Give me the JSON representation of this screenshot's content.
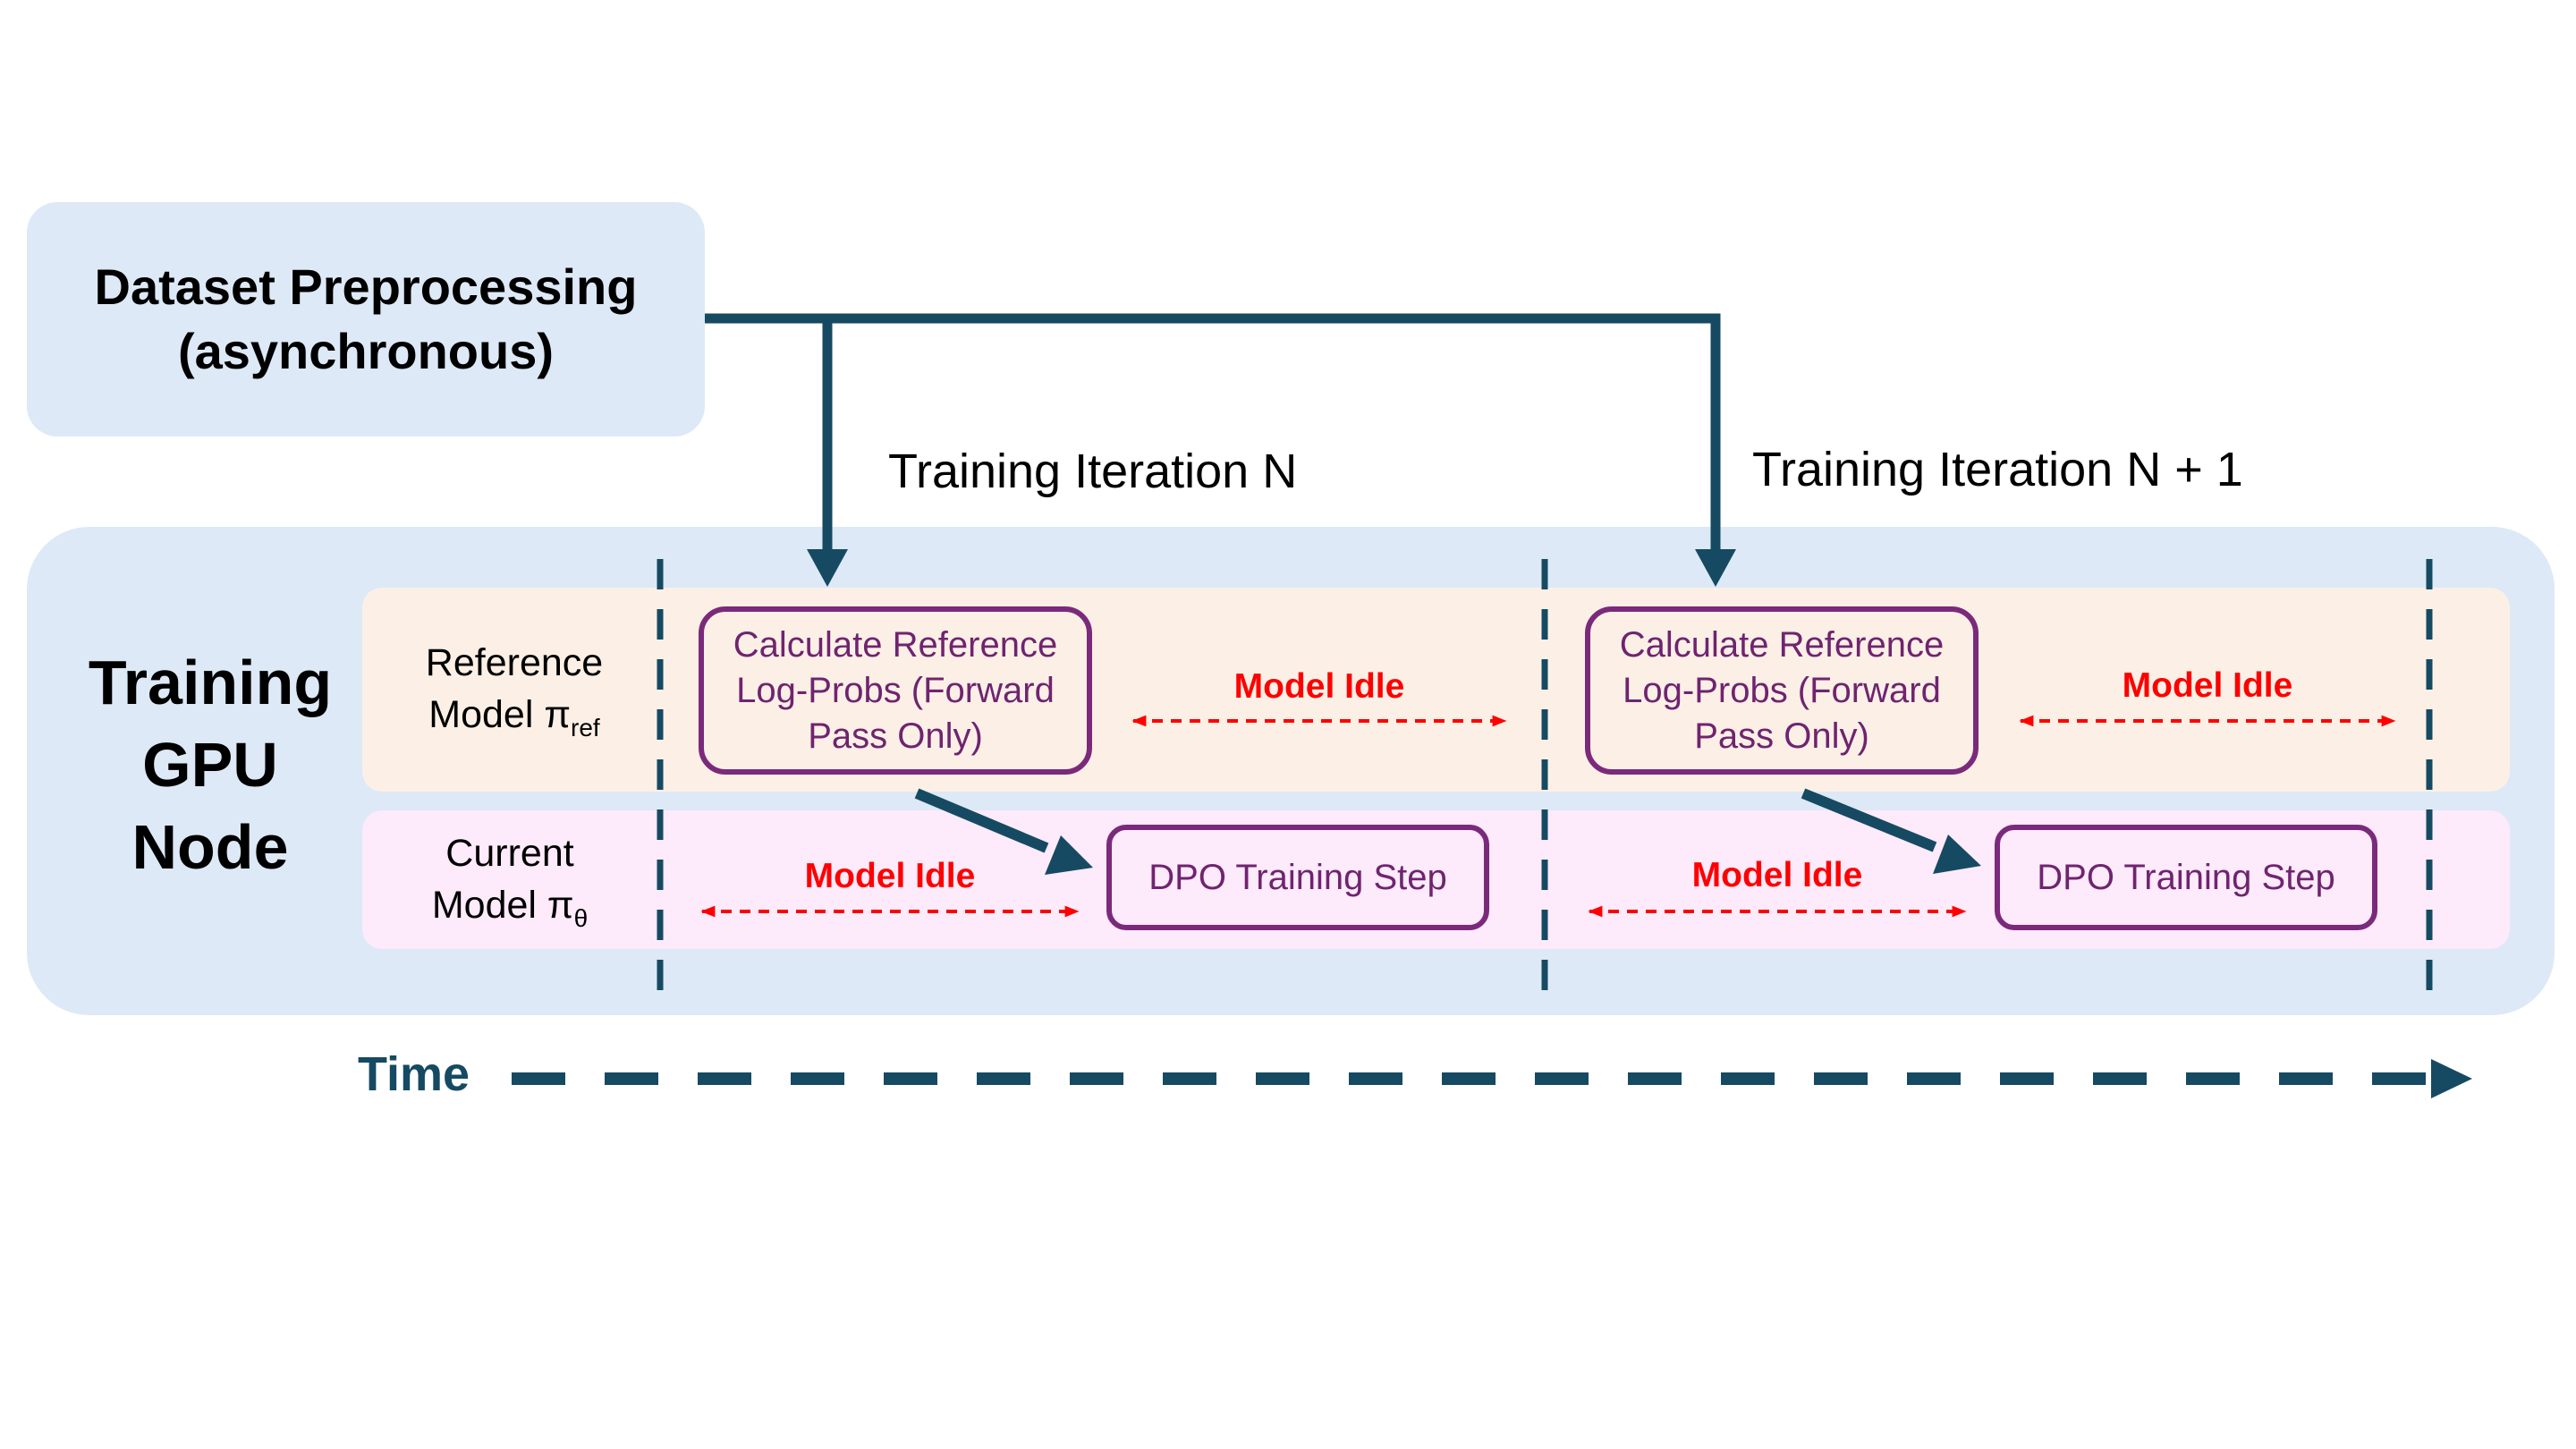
{
  "dataset": {
    "line1": "Dataset Preprocessing",
    "line2": "(asynchronous)"
  },
  "node": {
    "line1": "Training",
    "line2": "GPU",
    "line3": "Node"
  },
  "rows": {
    "reference": {
      "line1": "Reference",
      "line2_main": "Model π",
      "line2_sub": "ref"
    },
    "current": {
      "line1": "Current",
      "line2_main": "Model π",
      "line2_sub": "θ"
    }
  },
  "iterations": [
    {
      "title": "Training Iteration N",
      "calc": {
        "line1": "Calculate Reference",
        "line2": "Log-Probs (Forward",
        "line3": "Pass Only)"
      },
      "dpo": "DPO Training Step",
      "idle_ref": "Model Idle",
      "idle_cur": "Model Idle"
    },
    {
      "title": "Training Iteration N + 1",
      "calc": {
        "line1": "Calculate Reference",
        "line2": "Log-Probs (Forward",
        "line3": "Pass Only)"
      },
      "dpo": "DPO Training Step",
      "idle_ref": "Model Idle",
      "idle_cur": "Model Idle"
    }
  ],
  "time": {
    "label": "Time"
  },
  "colors": {
    "arrow": "#164a62",
    "idle": "#ff0000",
    "box_border": "#7b2a7b",
    "box_text": "#6f246f",
    "node_bg": "#dde9f6",
    "ref_row_bg": "#fcf0e6",
    "cur_row_bg": "#fdeafb"
  }
}
